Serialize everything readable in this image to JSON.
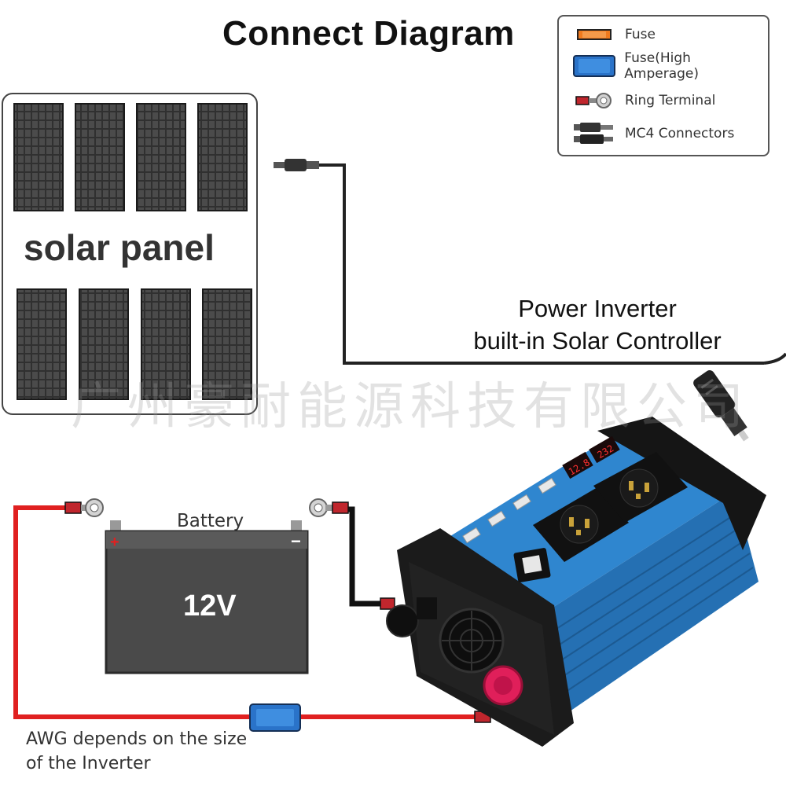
{
  "title": "Connect Diagram",
  "legend": {
    "items": [
      {
        "icon": "fuse-icon",
        "label": "Fuse",
        "color": "#f07a1e"
      },
      {
        "icon": "high-amperage-fuse-icon",
        "label": "Fuse(High Amperage)",
        "color": "#2a73c9"
      },
      {
        "icon": "ring-terminal-icon",
        "label": "Ring Terminal",
        "color": "#c0262d"
      },
      {
        "icon": "mc4-connectors-icon",
        "label": "MC4 Connectors",
        "color": "#333333"
      }
    ]
  },
  "solar_panel": {
    "label": "solar panel"
  },
  "inverter": {
    "label_line1": "Power Inverter",
    "label_line2": "built-in Solar Controller",
    "display_left": "12.8",
    "display_right": "232"
  },
  "watermark": "广州豪耐能源科技有限公司",
  "battery": {
    "label": "Battery",
    "voltage": "12V"
  },
  "note": {
    "line1": "AWG depends on the size",
    "line2": "of the Inverter"
  },
  "colors": {
    "positive_wire": "#e02020",
    "negative_wire": "#111111",
    "inverter_body": "#2f86cf",
    "battery_body": "#4a4a4a"
  }
}
